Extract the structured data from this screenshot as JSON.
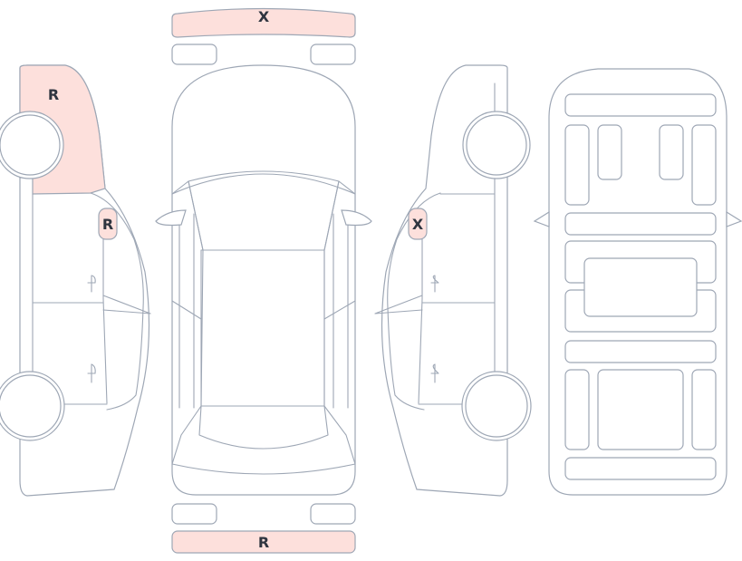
{
  "labels": {
    "front_bumper": "X",
    "rear_bumper": "R",
    "left_rear_quarter": "R",
    "left_mirror": "R",
    "right_mirror": "X"
  },
  "colors": {
    "line": "#9ea7b5",
    "damaged_fill": "#fde0dc",
    "label_text": "#2f3540",
    "background": "#ffffff"
  }
}
